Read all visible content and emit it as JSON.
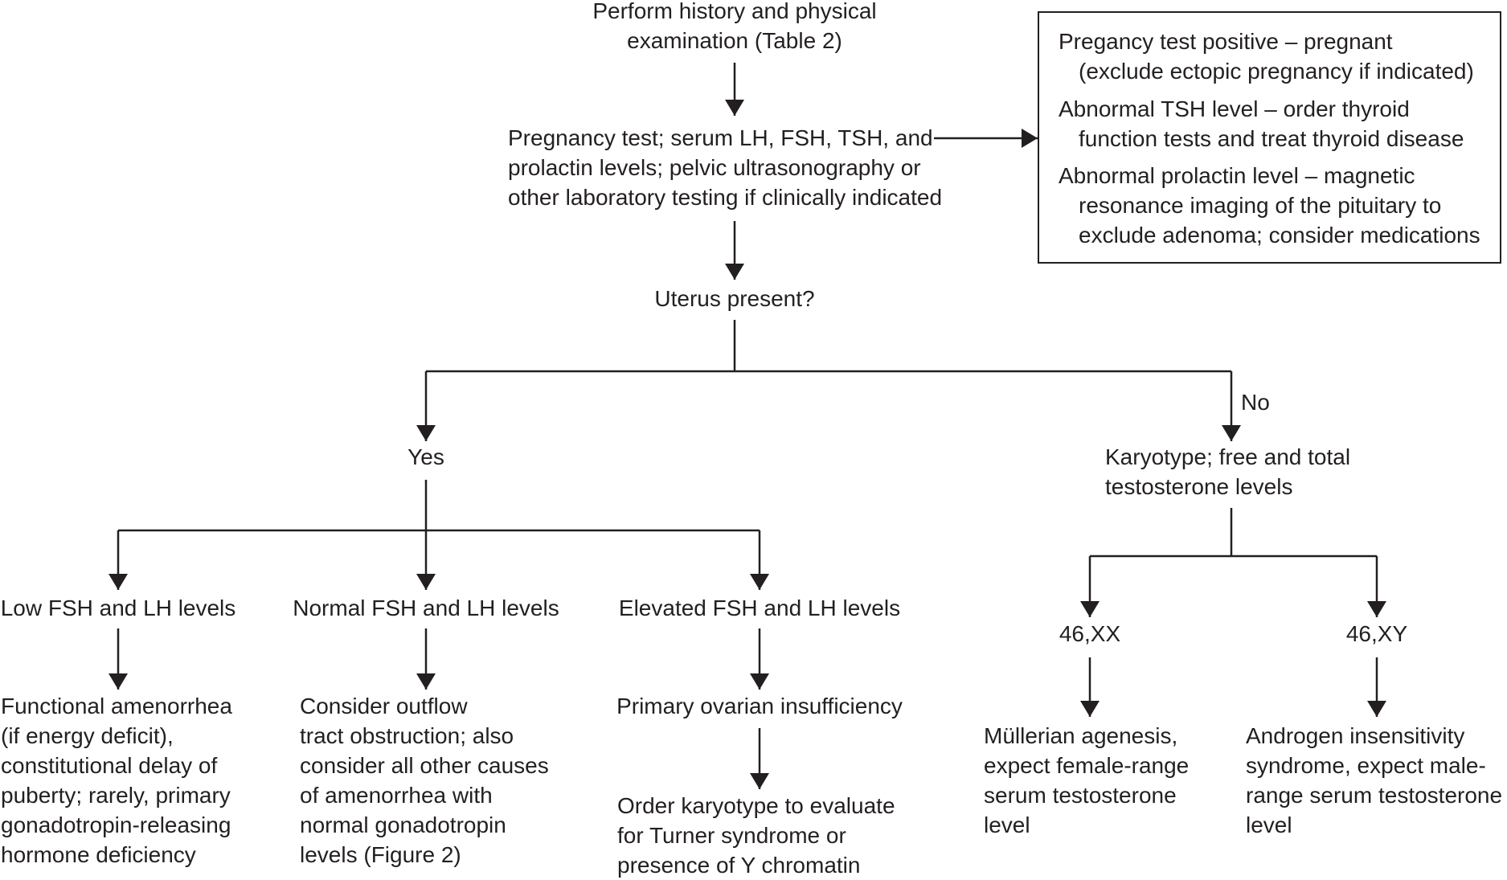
{
  "flow": {
    "history": [
      "Perform history and physical",
      "examination (Table 2)"
    ],
    "tests": [
      "Pregnancy test; serum LH, FSH, TSH, and",
      "prolactin levels; pelvic ultrasonography or",
      "other laboratory testing if clinically indicated"
    ],
    "uterus": [
      "Uterus present?"
    ],
    "yes": [
      "Yes"
    ],
    "no_label": "No",
    "karyotype_no": [
      "Karyotype; free and total",
      "testosterone levels"
    ],
    "low": [
      "Low FSH and LH levels"
    ],
    "normal": [
      "Normal FSH and LH levels"
    ],
    "elevated": [
      "Elevated FSH and LH levels"
    ],
    "low_result": [
      "Functional amenorrhea",
      "(if energy deficit),",
      "constitutional delay of",
      "puberty; rarely, primary",
      "gonadotropin-releasing",
      "hormone deficiency"
    ],
    "normal_result": [
      "Consider outflow",
      "tract obstruction; also",
      "consider all other causes",
      "of amenorrhea with",
      "normal gonadotropin",
      "levels (Figure 2)"
    ],
    "elevated_result": [
      "Primary ovarian insufficiency"
    ],
    "order_karyotype": [
      "Order karyotype to evaluate",
      "for Turner syndrome or",
      "presence of Y chromatin"
    ],
    "xx": [
      "46,XX"
    ],
    "xy": [
      "46,XY"
    ],
    "xx_result": [
      "Müllerian agenesis,",
      "expect female-range",
      "serum testosterone",
      "level"
    ],
    "xy_result": [
      "Androgen insensitivity",
      "syndrome, expect male-",
      "range serum testosterone",
      "level"
    ]
  },
  "side_box": {
    "items": [
      [
        "Pregancy test positive – pregnant",
        "(exclude ectopic pregnancy if indicated)"
      ],
      [
        "Abnormal TSH level – order thyroid",
        "function tests and treat thyroid disease"
      ],
      [
        "Abnormal prolactin level – magnetic",
        "resonance imaging of the pituitary to",
        "exclude adenoma; consider medications"
      ]
    ]
  },
  "colors": {
    "ink": "#231f20",
    "background": "#ffffff"
  }
}
